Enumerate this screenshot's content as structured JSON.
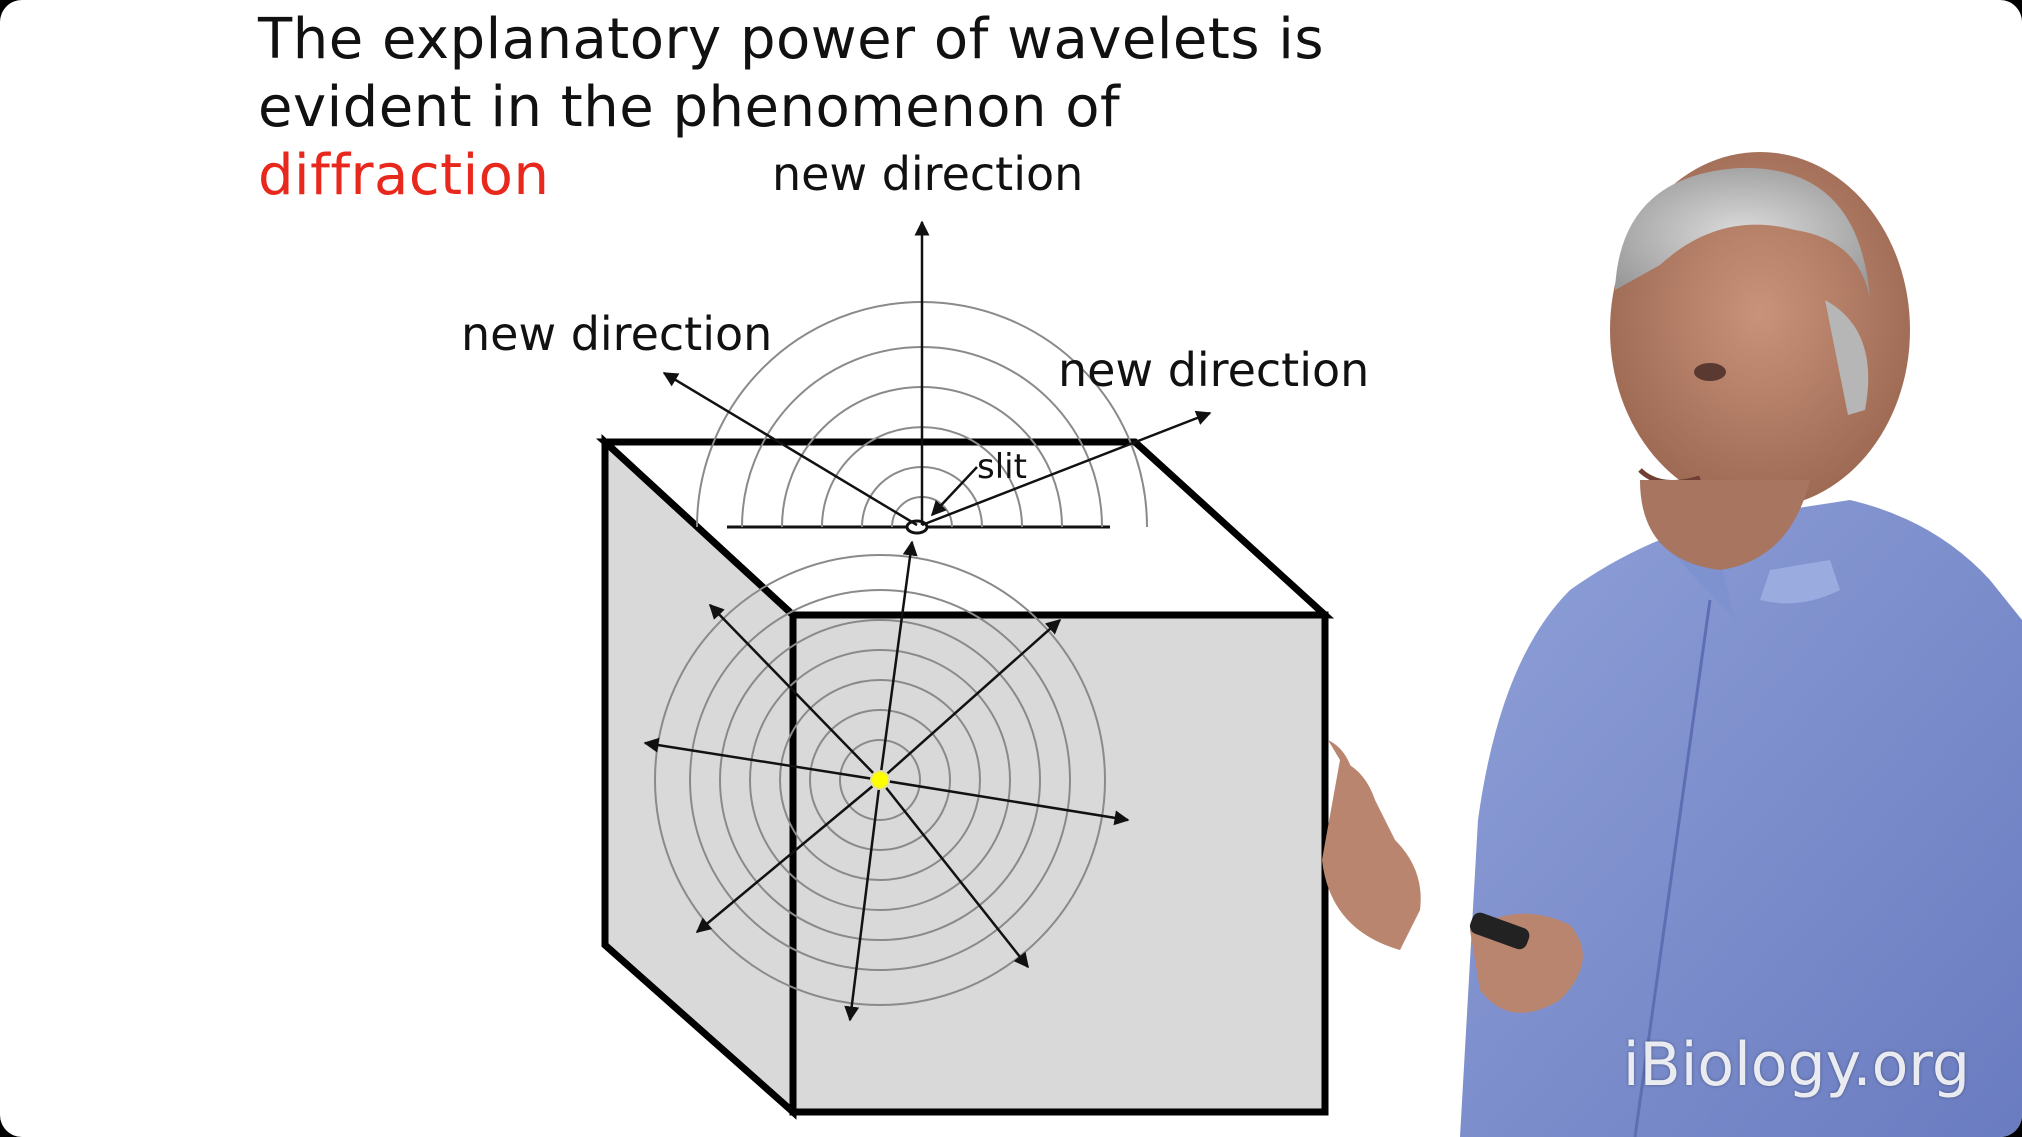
{
  "slide": {
    "title_line_1": "The explanatory power of wavelets is",
    "title_line_2": "evident in the phenomenon of",
    "title_highlight": "diffraction",
    "highlight_color": "#e8281c"
  },
  "diagram": {
    "labels": {
      "top": "new direction",
      "left": "new direction",
      "right": "new direction",
      "slit": "slit"
    },
    "box_fill": "#d9d9d9",
    "source_color": "#ffff00"
  },
  "video": {
    "watermark": "iBiology.org"
  }
}
